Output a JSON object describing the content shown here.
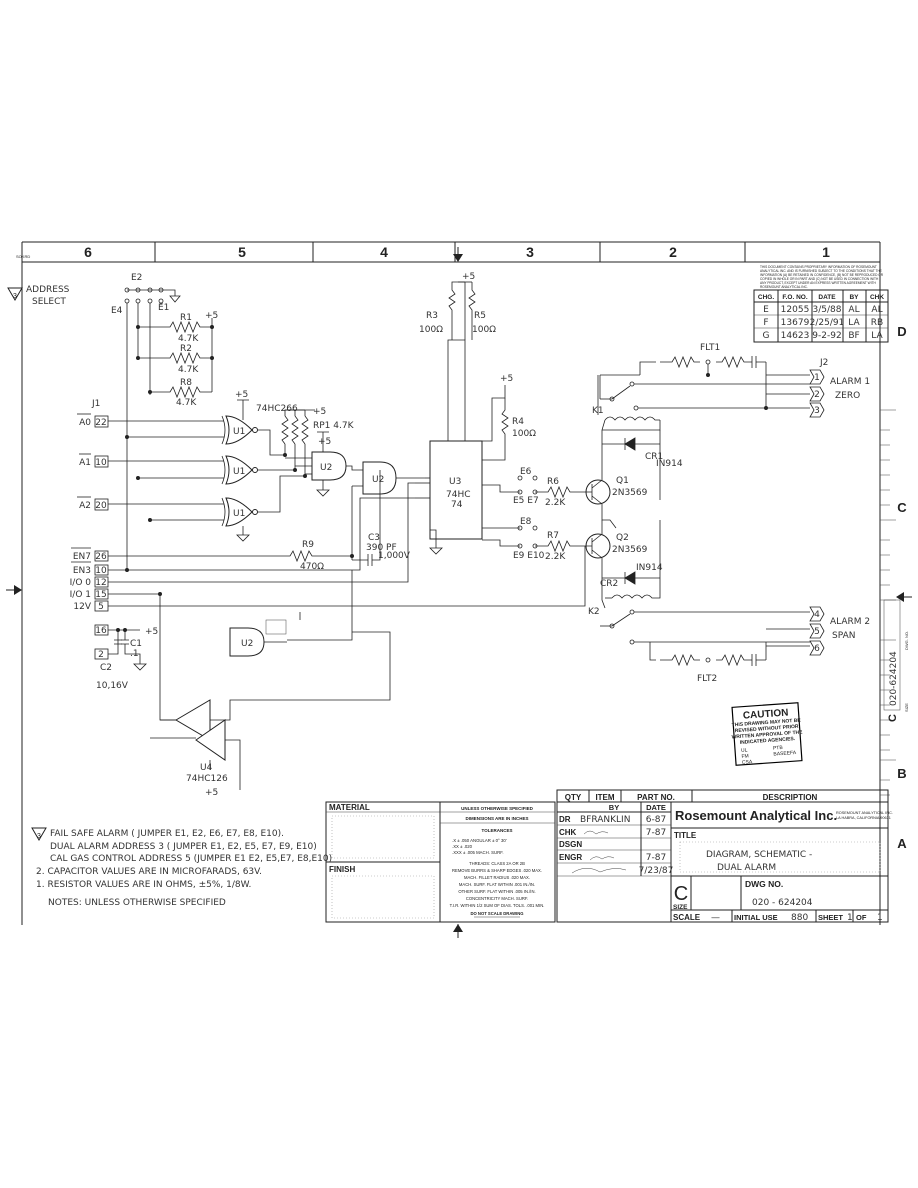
{
  "border": {
    "zones_top": [
      "6",
      "5",
      "4",
      "3",
      "2",
      "1"
    ],
    "zones_right": [
      "D",
      "C",
      "B",
      "A"
    ],
    "corner_code": "SOKRD"
  },
  "notice_text": [
    "THIS DOCUMENT CONTAINS PROPRIETARY INFORMATION OF ROSEMOUNT",
    "ANALYTICAL INC. AND IS FURNISHED SUBJECT TO THE CONDITIONS THAT THE",
    "INFORMATION (A) BE RETAINED IN CONFIDENCE, (B) NOT BE REPRODUCED OR",
    "COPIED IN WHOLE OR IN PART AND (C) NOT BE USED IN CONNECTION WITH",
    "ANY PRODUCT, EXCEPT UNDER AN EXPRESS WRITTEN AGREEMENT WITH",
    "ROSEMOUNT ANALYTICAL INC."
  ],
  "revisions": {
    "headers": [
      "CHG.",
      "F.O. NO.",
      "DATE",
      "BY",
      "CHK"
    ],
    "rows": [
      [
        "E",
        "12055",
        "3/5/88",
        "AL",
        "AL"
      ],
      [
        "F",
        "13679",
        "2/25/91",
        "LA",
        "RB"
      ],
      [
        "G",
        "14623",
        "9-2-92",
        "BF",
        "LA"
      ]
    ]
  },
  "schematic": {
    "address_label": [
      "ADDRESS",
      "SELECT"
    ],
    "jumpers": [
      "E2",
      "E4",
      "E1",
      "E5",
      "E7",
      "E6",
      "E8",
      "E9 E10",
      "E5 E7"
    ],
    "resistors": [
      {
        "ref": "R1",
        "value": "4.7K"
      },
      {
        "ref": "R2",
        "value": "4.7K"
      },
      {
        "ref": "R8",
        "value": "4.7K"
      },
      {
        "ref": "R3",
        "value": "100Ω"
      },
      {
        "ref": "R5",
        "value": "100Ω"
      },
      {
        "ref": "R4",
        "value": "100Ω"
      },
      {
        "ref": "R6",
        "value": "2.2K"
      },
      {
        "ref": "R7",
        "value": "2.2K"
      },
      {
        "ref": "R9",
        "value": "470Ω"
      }
    ],
    "rp1": "RP1 4.7K",
    "u1_type": "74HC266",
    "u3_type": [
      "74HC",
      "74"
    ],
    "u4_type": "74HC126",
    "supply": "+5",
    "c3": [
      "C3",
      "390 PF",
      "1,000V"
    ],
    "c1": "C1",
    "c1_value": ".1",
    "c2": [
      "C2",
      "10,16V"
    ],
    "transistors": [
      {
        "ref": "Q1",
        "type": "2N3569"
      },
      {
        "ref": "Q2",
        "type": "2N3569"
      }
    ],
    "diodes": [
      {
        "ref": "CR1",
        "type": "IN914"
      },
      {
        "ref": "CR2",
        "type": "IN914"
      }
    ],
    "relays": [
      "K1",
      "K2"
    ],
    "filters": [
      "FLT1",
      "FLT2"
    ],
    "j1_label": "J1",
    "j1_pins": [
      {
        "sig": "A0",
        "pin": "22"
      },
      {
        "sig": "A1",
        "pin": "10"
      },
      {
        "sig": "A2",
        "pin": "20"
      },
      {
        "sig": "EN7",
        "pin": "26"
      },
      {
        "sig": "EN3",
        "pin": "10"
      },
      {
        "sig": "I/O 0",
        "pin": "12"
      },
      {
        "sig": "I/O 1",
        "pin": "15"
      },
      {
        "sig": "12V",
        "pin": "5"
      },
      {
        "sig": "",
        "pin": "16"
      },
      {
        "sig": "",
        "pin": "2"
      }
    ],
    "j2_label": "J2",
    "j2_pins": [
      "1",
      "2",
      "3",
      "4",
      "5",
      "6"
    ],
    "alarm1": [
      "ALARM 1",
      "ZERO"
    ],
    "alarm2": [
      "ALARM 2",
      "SPAN"
    ]
  },
  "notes": {
    "items": [
      "FAIL SAFE ALARM ( JUMPER E1, E2, E6, E7, E8, E10).",
      "DUAL ALARM ADDRESS 3 ( JUMPER E1, E2, E5, E7, E9, E10)",
      "CAL GAS CONTROL ADDRESS 5 (JUMPER E1 E2, E5,E7, E8,E10)",
      "2.  CAPACITOR VALUES ARE IN MICROFARADS, 63V.",
      "1.  RESISTOR VALUES ARE IN OHMS, ±5%, 1/8W."
    ],
    "footer": "NOTES: UNLESS OTHERWISE SPECIFIED"
  },
  "caution": {
    "title": "CAUTION",
    "lines": [
      "THIS DRAWING MAY NOT BE",
      "REVISED WITHOUT PRIOR",
      "WRITTEN APPROVAL OF THE",
      "INDICATED AGENCIES."
    ],
    "agencies": [
      "UL",
      "FM",
      "CSA",
      "PTB",
      "BASEEFA"
    ]
  },
  "title_block": {
    "material": "MATERIAL",
    "finish": "FINISH",
    "unless": "UNLESS OTHERWISE SPECIFIED",
    "dims": "DIMENSIONS ARE IN INCHES",
    "tol_title": "TOLERANCES",
    "tolerances": [
      ".X  ± .050   ANGULAR ± 0° 30'",
      ".XX ± .020",
      ".XXX ± .005   MACH. SURF."
    ],
    "spec_lines": [
      "THREADS: CLASS 2A OR 2B",
      "REMOVE BURRS & SHARP EDGES .020 MAX.",
      "MACH. FILLET RADIUS .020 MAX.",
      "MACH. SURF. FLAT WITHIN .001 IN./IN.",
      "OTHER SURF. FLAT WITHIN .005 IN./IN.",
      "CONCENTRICITY MACH. SURF.",
      "T.I.R. WITHIN 1/2 SUM OF DIAS. TOLS. .001 MIN.",
      "DO NOT SCALE DRAWING"
    ],
    "qty": "QTY",
    "item": "ITEM",
    "part_no": "PART NO.",
    "description": "DESCRIPTION",
    "by": "BY",
    "date": "DATE",
    "roles": [
      {
        "role": "DR",
        "by": "BFRANKLIN",
        "date": "6-87"
      },
      {
        "role": "CHK",
        "by": "",
        "date": "7-87"
      },
      {
        "role": "DSGN",
        "by": "",
        "date": ""
      },
      {
        "role": "ENGR",
        "by": "",
        "date": "7-87"
      },
      {
        "role": "",
        "by": "",
        "date": "7/23/87"
      }
    ],
    "company": "Rosemount Analytical Inc.",
    "company_sub": [
      "ROSEMOUNT ANALYTICAL INC.",
      "LA HABRA, CALIFORNIA 90631"
    ],
    "title_label": "TITLE",
    "title": [
      "DIAGRAM, SCHEMATIC -",
      "DUAL ALARM"
    ],
    "size_label": "SIZE",
    "size": "C",
    "dwg_no_label": "DWG NO.",
    "dwg_no": "020 - 624204",
    "scale": "SCALE",
    "scale_value": "—",
    "initial_use": "INITIAL USE",
    "initial_use_value": "880",
    "sheet": "SHEET",
    "sheet_value": "1",
    "of": "OF",
    "of_value": "1",
    "side_dwg": "020-624204",
    "side_size": "C",
    "side_size_lbl": "SIZE",
    "side_dwg_lbl": "DWG. NO."
  }
}
